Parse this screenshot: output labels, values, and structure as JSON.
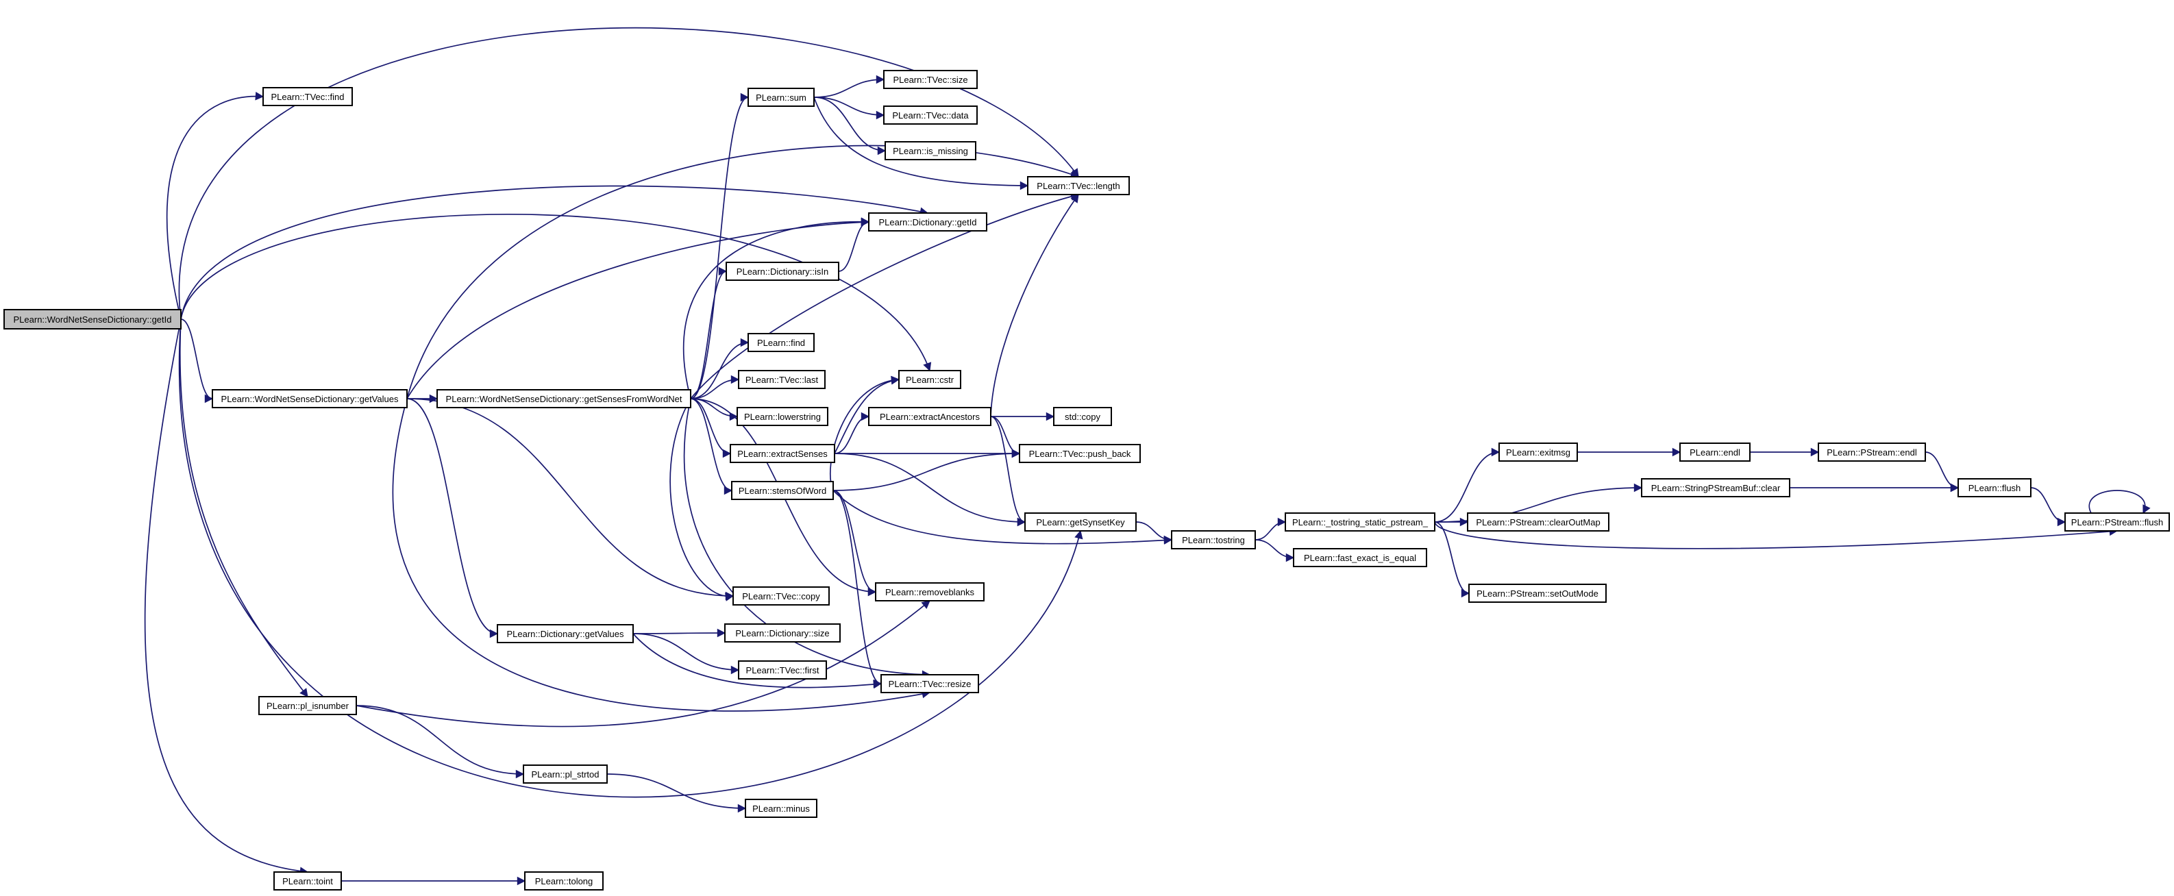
{
  "graph": {
    "edge_color": "#191970",
    "root_fill": "#bfbfbf",
    "nodes": [
      {
        "id": "n_root",
        "label": "PLearn::WordNetSenseDictionary::getId",
        "root": true
      },
      {
        "id": "n_tvec_find",
        "label": "PLearn::TVec::find"
      },
      {
        "id": "n_wnsd_getvalues",
        "label": "PLearn::WordNetSenseDictionary::getValues"
      },
      {
        "id": "n_pl_isnumber",
        "label": "PLearn::pl_isnumber"
      },
      {
        "id": "n_toint",
        "label": "PLearn::toint"
      },
      {
        "id": "n_wnsd_getsenses",
        "label": "PLearn::WordNetSenseDictionary::getSensesFromWordNet"
      },
      {
        "id": "n_dict_getvalues",
        "label": "PLearn::Dictionary::getValues"
      },
      {
        "id": "n_pl_strtod",
        "label": "PLearn::pl_strtod"
      },
      {
        "id": "n_tolong",
        "label": "PLearn::tolong"
      },
      {
        "id": "n_sum",
        "label": "PLearn::sum"
      },
      {
        "id": "n_dict_isin",
        "label": "PLearn::Dictionary::isIn"
      },
      {
        "id": "n_find",
        "label": "PLearn::find"
      },
      {
        "id": "n_tvec_last",
        "label": "PLearn::TVec::last"
      },
      {
        "id": "n_lowerstring",
        "label": "PLearn::lowerstring"
      },
      {
        "id": "n_extractsenses",
        "label": "PLearn::extractSenses"
      },
      {
        "id": "n_stemsofword",
        "label": "PLearn::stemsOfWord"
      },
      {
        "id": "n_tvec_copy",
        "label": "PLearn::TVec::copy"
      },
      {
        "id": "n_dict_size",
        "label": "PLearn::Dictionary::size"
      },
      {
        "id": "n_tvec_first",
        "label": "PLearn::TVec::first"
      },
      {
        "id": "n_minus",
        "label": "PLearn::minus"
      },
      {
        "id": "n_tvec_size",
        "label": "PLearn::TVec::size"
      },
      {
        "id": "n_tvec_data",
        "label": "PLearn::TVec::data"
      },
      {
        "id": "n_is_missing",
        "label": "PLearn::is_missing"
      },
      {
        "id": "n_tvec_length",
        "label": "PLearn::TVec::length"
      },
      {
        "id": "n_dict_getid",
        "label": "PLearn::Dictionary::getId"
      },
      {
        "id": "n_cstr",
        "label": "PLearn::cstr"
      },
      {
        "id": "n_extractancestors",
        "label": "PLearn::extractAncestors"
      },
      {
        "id": "n_removeblanks",
        "label": "PLearn::removeblanks"
      },
      {
        "id": "n_tvec_resize",
        "label": "PLearn::TVec::resize"
      },
      {
        "id": "n_std_copy",
        "label": "std::copy"
      },
      {
        "id": "n_tvec_pushback",
        "label": "PLearn::TVec::push_back"
      },
      {
        "id": "n_getsynsetkey",
        "label": "PLearn::getSynsetKey"
      },
      {
        "id": "n_tostring",
        "label": "PLearn::tostring"
      },
      {
        "id": "n_tostring_static",
        "label": "PLearn::_tostring_static_pstream_"
      },
      {
        "id": "n_fast_exact",
        "label": "PLearn::fast_exact_is_equal"
      },
      {
        "id": "n_exitmsg",
        "label": "PLearn::exitmsg"
      },
      {
        "id": "n_spsb_clear",
        "label": "PLearn::StringPStreamBuf::clear"
      },
      {
        "id": "n_ps_clearoutmap",
        "label": "PLearn::PStream::clearOutMap"
      },
      {
        "id": "n_ps_setoutmode",
        "label": "PLearn::PStream::setOutMode"
      },
      {
        "id": "n_endl",
        "label": "PLearn::endl"
      },
      {
        "id": "n_ps_endl",
        "label": "PLearn::PStream::endl"
      },
      {
        "id": "n_flush",
        "label": "PLearn::flush"
      },
      {
        "id": "n_ps_flush",
        "label": "PLearn::PStream::flush"
      }
    ],
    "edges": [
      {
        "from": "n_root",
        "to": "n_tvec_find"
      },
      {
        "from": "n_root",
        "to": "n_wnsd_getvalues"
      },
      {
        "from": "n_root",
        "to": "n_pl_isnumber"
      },
      {
        "from": "n_root",
        "to": "n_toint"
      },
      {
        "from": "n_root",
        "to": "n_tvec_length"
      },
      {
        "from": "n_root",
        "to": "n_dict_getid"
      },
      {
        "from": "n_root",
        "to": "n_cstr"
      },
      {
        "from": "n_root",
        "to": "n_getsynsetkey"
      },
      {
        "from": "n_wnsd_getvalues",
        "to": "n_wnsd_getsenses"
      },
      {
        "from": "n_wnsd_getvalues",
        "to": "n_dict_getvalues"
      },
      {
        "from": "n_wnsd_getvalues",
        "to": "n_tvec_length"
      },
      {
        "from": "n_wnsd_getvalues",
        "to": "n_dict_getid"
      },
      {
        "from": "n_wnsd_getvalues",
        "to": "n_tvec_copy"
      },
      {
        "from": "n_wnsd_getvalues",
        "to": "n_tvec_resize"
      },
      {
        "from": "n_wnsd_getsenses",
        "to": "n_sum"
      },
      {
        "from": "n_wnsd_getsenses",
        "to": "n_dict_getid"
      },
      {
        "from": "n_wnsd_getsenses",
        "to": "n_dict_isin"
      },
      {
        "from": "n_wnsd_getsenses",
        "to": "n_tvec_length"
      },
      {
        "from": "n_wnsd_getsenses",
        "to": "n_find"
      },
      {
        "from": "n_wnsd_getsenses",
        "to": "n_tvec_last"
      },
      {
        "from": "n_wnsd_getsenses",
        "to": "n_lowerstring"
      },
      {
        "from": "n_wnsd_getsenses",
        "to": "n_extractsenses"
      },
      {
        "from": "n_wnsd_getsenses",
        "to": "n_stemsofword"
      },
      {
        "from": "n_wnsd_getsenses",
        "to": "n_tvec_copy"
      },
      {
        "from": "n_wnsd_getsenses",
        "to": "n_removeblanks"
      },
      {
        "from": "n_wnsd_getsenses",
        "to": "n_tvec_resize"
      },
      {
        "from": "n_sum",
        "to": "n_tvec_size"
      },
      {
        "from": "n_sum",
        "to": "n_tvec_data"
      },
      {
        "from": "n_sum",
        "to": "n_is_missing"
      },
      {
        "from": "n_sum",
        "to": "n_tvec_length"
      },
      {
        "from": "n_dict_isin",
        "to": "n_dict_getid"
      },
      {
        "from": "n_extractsenses",
        "to": "n_cstr"
      },
      {
        "from": "n_extractsenses",
        "to": "n_extractancestors"
      },
      {
        "from": "n_extractsenses",
        "to": "n_tvec_pushback"
      },
      {
        "from": "n_extractsenses",
        "to": "n_getsynsetkey"
      },
      {
        "from": "n_stemsofword",
        "to": "n_cstr"
      },
      {
        "from": "n_stemsofword",
        "to": "n_tvec_pushback"
      },
      {
        "from": "n_stemsofword",
        "to": "n_removeblanks"
      },
      {
        "from": "n_stemsofword",
        "to": "n_tvec_resize"
      },
      {
        "from": "n_stemsofword",
        "to": "n_tostring"
      },
      {
        "from": "n_extractancestors",
        "to": "n_std_copy"
      },
      {
        "from": "n_extractancestors",
        "to": "n_tvec_pushback"
      },
      {
        "from": "n_extractancestors",
        "to": "n_getsynsetkey"
      },
      {
        "from": "n_extractancestors",
        "to": "n_tvec_length"
      },
      {
        "from": "n_getsynsetkey",
        "to": "n_tostring"
      },
      {
        "from": "n_tostring",
        "to": "n_tostring_static"
      },
      {
        "from": "n_tostring",
        "to": "n_fast_exact"
      },
      {
        "from": "n_tostring_static",
        "to": "n_exitmsg"
      },
      {
        "from": "n_tostring_static",
        "to": "n_spsb_clear"
      },
      {
        "from": "n_tostring_static",
        "to": "n_ps_clearoutmap"
      },
      {
        "from": "n_tostring_static",
        "to": "n_ps_setoutmode"
      },
      {
        "from": "n_tostring_static",
        "to": "n_ps_flush"
      },
      {
        "from": "n_exitmsg",
        "to": "n_endl"
      },
      {
        "from": "n_endl",
        "to": "n_ps_endl"
      },
      {
        "from": "n_ps_endl",
        "to": "n_flush"
      },
      {
        "from": "n_spsb_clear",
        "to": "n_flush"
      },
      {
        "from": "n_flush",
        "to": "n_ps_flush"
      },
      {
        "from": "n_ps_flush",
        "to": "n_ps_flush"
      },
      {
        "from": "n_dict_getvalues",
        "to": "n_dict_size"
      },
      {
        "from": "n_dict_getvalues",
        "to": "n_tvec_first"
      },
      {
        "from": "n_dict_getvalues",
        "to": "n_tvec_resize"
      },
      {
        "from": "n_pl_isnumber",
        "to": "n_pl_strtod"
      },
      {
        "from": "n_pl_isnumber",
        "to": "n_removeblanks"
      },
      {
        "from": "n_pl_strtod",
        "to": "n_minus"
      },
      {
        "from": "n_toint",
        "to": "n_tolong"
      }
    ]
  }
}
